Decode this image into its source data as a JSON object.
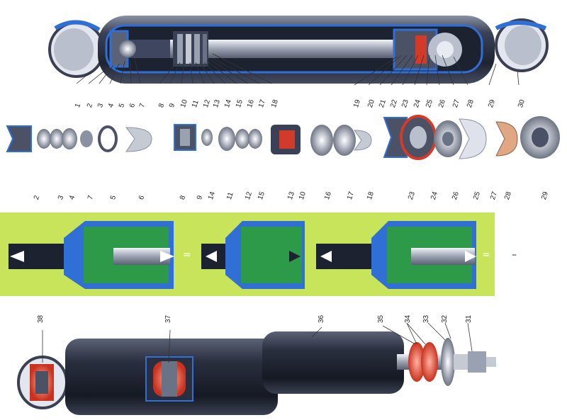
{
  "top_labels": [
    "1",
    "2",
    "3",
    "4",
    "5",
    "6",
    "7",
    "8",
    "9",
    "10",
    "11",
    "12",
    "13",
    "14",
    "15",
    "16",
    "17",
    "18",
    "19",
    "20",
    "21",
    "22",
    "23",
    "24",
    "25",
    "26",
    "27",
    "28",
    "29",
    "30"
  ],
  "exploded_labels": [
    "2",
    "3",
    "4",
    "7",
    "5",
    "6",
    "8",
    "9",
    "14",
    "11",
    "12",
    "15",
    "13",
    "10",
    "16",
    "17",
    "18",
    "23",
    "24",
    "26",
    "25",
    "27",
    "28",
    "29"
  ],
  "bottom_labels": [
    "38",
    "37",
    "36",
    "35",
    "34",
    "33",
    "32",
    "31"
  ],
  "flow_panels": {
    "eq1": "=",
    "eq2": "=",
    "dash": "–"
  },
  "colors": {
    "body": "#2d3344",
    "body_light": "#6a7285",
    "seal_blue": "#2f6fd6",
    "bracket_light": "#d7dbe6",
    "panel_bg": "#c8e45a",
    "panel_inner": "#2c9a48",
    "rubber_red": "#d23b2a",
    "steel": "#c9cdd5"
  }
}
